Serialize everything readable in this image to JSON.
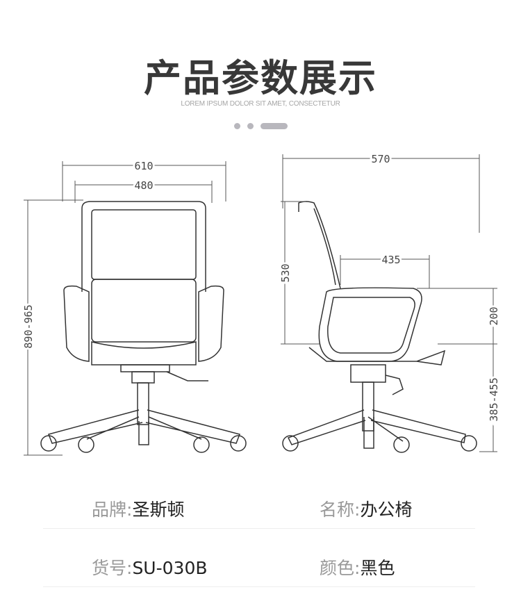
{
  "header": {
    "title": "产品参数展示",
    "subtitle": "LOREM IPSUM DOLOR SIT AMET, CONSECTETUR"
  },
  "dimensions": {
    "front_width": "610",
    "front_inner_width": "480",
    "front_height": "890-965",
    "side_depth": "570",
    "side_back_height": "530",
    "side_seat_depth": "435",
    "side_arm_height": "200",
    "side_seat_height": "385-455"
  },
  "specs": [
    {
      "label": "品牌:",
      "value": "圣斯顿"
    },
    {
      "label": "名称:",
      "value": "办公椅"
    },
    {
      "label": "货号:",
      "value": "SU-030B"
    },
    {
      "label": "颜色:",
      "value": "黑色"
    }
  ]
}
